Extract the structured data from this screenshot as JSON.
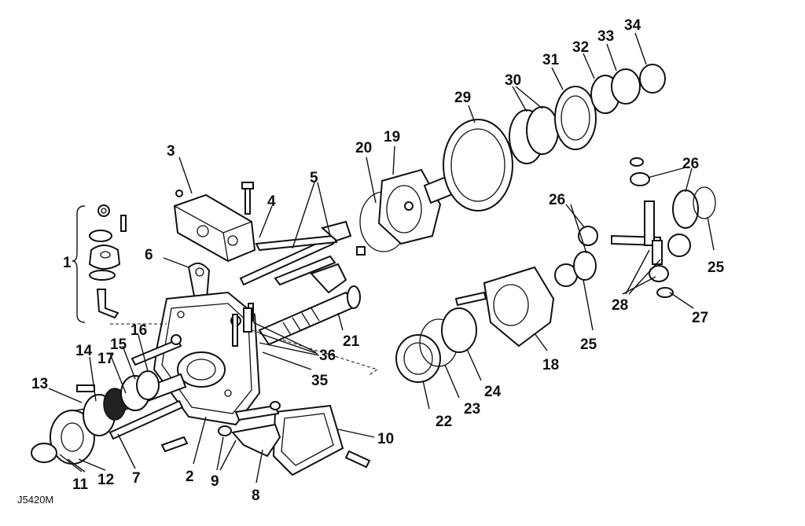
{
  "figure": {
    "drawing_ref": "J5420M",
    "part_labels": [
      {
        "id": "p1",
        "text": "1"
      },
      {
        "id": "p2",
        "text": "2"
      },
      {
        "id": "p3",
        "text": "3"
      },
      {
        "id": "p4",
        "text": "4"
      },
      {
        "id": "p5",
        "text": "5"
      },
      {
        "id": "p6",
        "text": "6"
      },
      {
        "id": "p7",
        "text": "7"
      },
      {
        "id": "p8",
        "text": "8"
      },
      {
        "id": "p9",
        "text": "9"
      },
      {
        "id": "p10",
        "text": "10"
      },
      {
        "id": "p11",
        "text": "11"
      },
      {
        "id": "p12",
        "text": "12"
      },
      {
        "id": "p13",
        "text": "13"
      },
      {
        "id": "p14",
        "text": "14"
      },
      {
        "id": "p15",
        "text": "15"
      },
      {
        "id": "p16",
        "text": "16"
      },
      {
        "id": "p17",
        "text": "17"
      },
      {
        "id": "p18",
        "text": "18"
      },
      {
        "id": "p19",
        "text": "19"
      },
      {
        "id": "p20",
        "text": "20"
      },
      {
        "id": "p21",
        "text": "21"
      },
      {
        "id": "p22",
        "text": "22"
      },
      {
        "id": "p23",
        "text": "23"
      },
      {
        "id": "p24",
        "text": "24"
      },
      {
        "id": "p25a",
        "text": "25"
      },
      {
        "id": "p25b",
        "text": "25"
      },
      {
        "id": "p26a",
        "text": "26"
      },
      {
        "id": "p26b",
        "text": "26"
      },
      {
        "id": "p27",
        "text": "27"
      },
      {
        "id": "p28",
        "text": "28"
      },
      {
        "id": "p29",
        "text": "29"
      },
      {
        "id": "p30",
        "text": "30"
      },
      {
        "id": "p31",
        "text": "31"
      },
      {
        "id": "p32",
        "text": "32"
      },
      {
        "id": "p33",
        "text": "33"
      },
      {
        "id": "p34",
        "text": "34"
      },
      {
        "id": "p35",
        "text": "35"
      },
      {
        "id": "p36",
        "text": "36"
      }
    ]
  }
}
